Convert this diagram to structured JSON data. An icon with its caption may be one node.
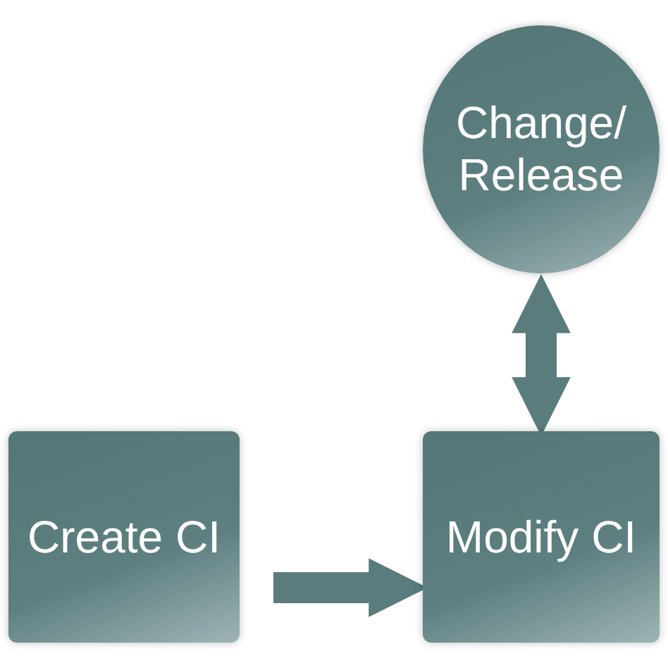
{
  "diagram": {
    "nodes": [
      {
        "text": [
          "Change/ Release"
        ]
      },
      {
        "text": [
          "Create CI"
        ]
      },
      {
        "text": [
          "Modify CI"
        ]
      }
    ],
    "edges": [
      {
        "from": 1,
        "to": 2,
        "arrow": "to"
      },
      {
        "from": 0,
        "to": 2,
        "arrow": "both"
      }
    ]
  }
}
